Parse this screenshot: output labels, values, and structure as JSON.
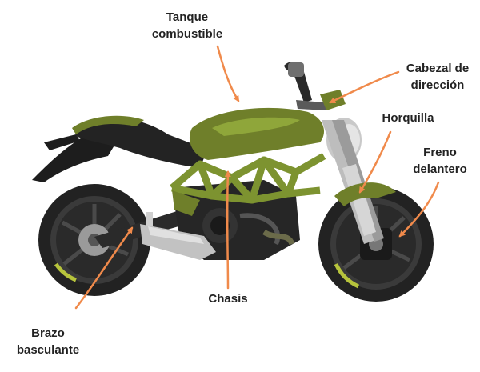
{
  "colors": {
    "arrow": "#f08a4b",
    "body_green": "#6f7f2a",
    "body_green_light": "#8fa63a",
    "frame_green": "#7d9330",
    "dark": "#1d1d1d",
    "tire": "#222222",
    "rim": "#3a3a3a",
    "metal": "#b9b9b9",
    "label_text": "#222222"
  },
  "labels": {
    "tank": [
      "Tanque",
      "combustible"
    ],
    "head": [
      "Cabezal de",
      "dirección"
    ],
    "fork": [
      "Horquilla"
    ],
    "brake": [
      "Freno",
      "delantero"
    ],
    "chassis": [
      "Chasis"
    ],
    "swingarm": [
      "Brazo",
      "basculante"
    ]
  }
}
